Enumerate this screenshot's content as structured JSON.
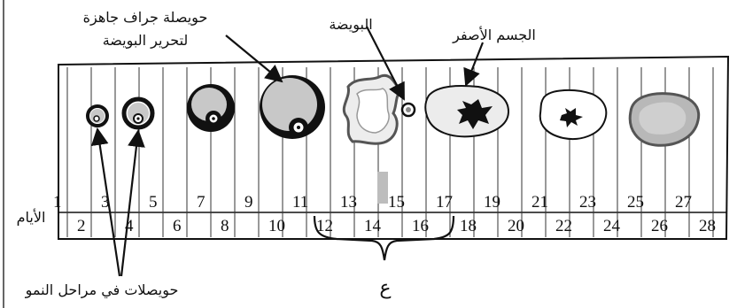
{
  "labels": {
    "mature_follicle_line1": "حويصلة جراف جاهزة",
    "mature_follicle_line2": "لتحرير البويضة",
    "ovum": "البويضة",
    "corpus_luteum": "الجسم الأصفر",
    "days": "الأيام",
    "developing_follicles": "حويصلات في مراحل النمو",
    "bracket_letter": "ع"
  },
  "days_odd": [
    "1",
    "3",
    "5",
    "7",
    "9",
    "11",
    "13",
    "15",
    "17",
    "19",
    "21",
    "23",
    "25",
    "27"
  ],
  "days_even": [
    "2",
    "4",
    "6",
    "8",
    "10",
    "12",
    "14",
    "16",
    "18",
    "20",
    "22",
    "24",
    "26",
    "28"
  ],
  "colors": {
    "stroke": "#111111",
    "fill_gray": "#c8c8c8",
    "fill_light": "#e0e0e0"
  }
}
